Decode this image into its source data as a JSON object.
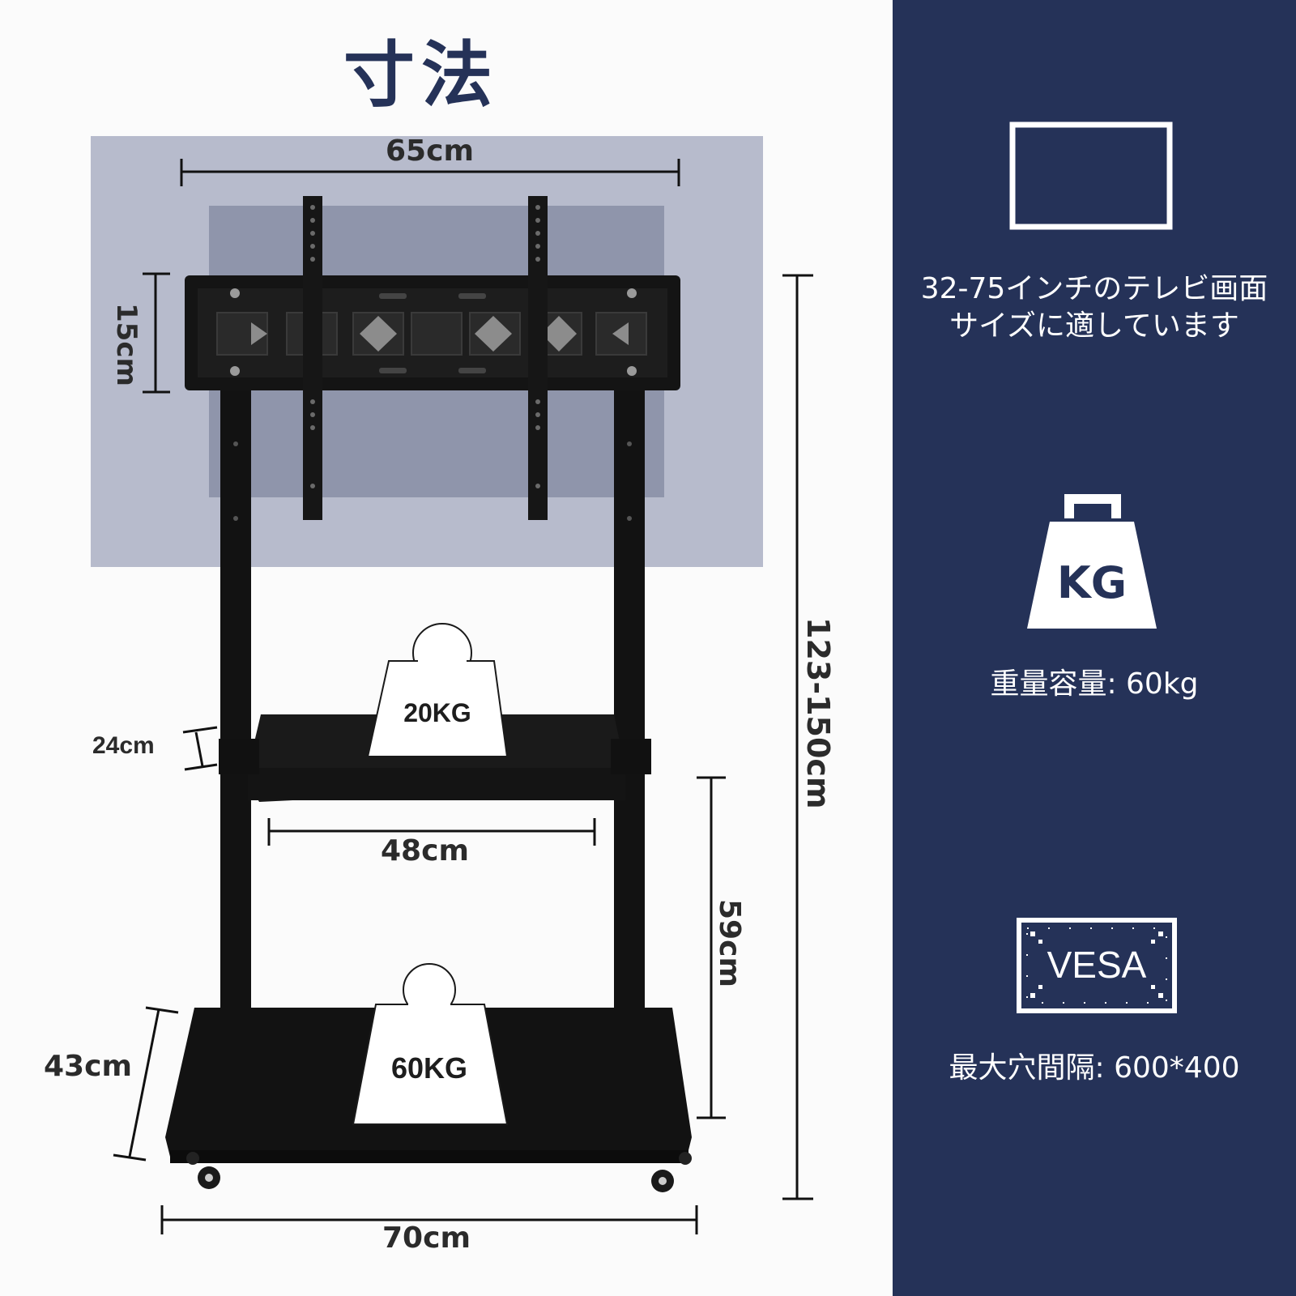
{
  "title": "寸法",
  "dimensions": {
    "tv_width": "65cm",
    "bracket_height": "15cm",
    "total_height": "123-150cm",
    "shelf_gap": "24cm",
    "shelf_width": "48cm",
    "shelf_height": "59cm",
    "base_depth": "43cm",
    "base_width": "70cm"
  },
  "load_labels": {
    "shelf": "20KG",
    "base": "60KG"
  },
  "features": {
    "screen": {
      "icon": "screen-icon",
      "line1": "32-75インチのテレビ画面",
      "line2": "サイズに適しています"
    },
    "weight": {
      "icon": "weight-icon",
      "icon_text": "KG",
      "text": "重量容量: 60kg"
    },
    "vesa": {
      "icon": "vesa-icon",
      "icon_text": "VESA",
      "text": "最大穴間隔: 600*400"
    }
  },
  "colors": {
    "navy": "#253258",
    "tv_outer": "#b7bbcc",
    "tv_inner": "#8f95ab",
    "stand": "#121212"
  }
}
